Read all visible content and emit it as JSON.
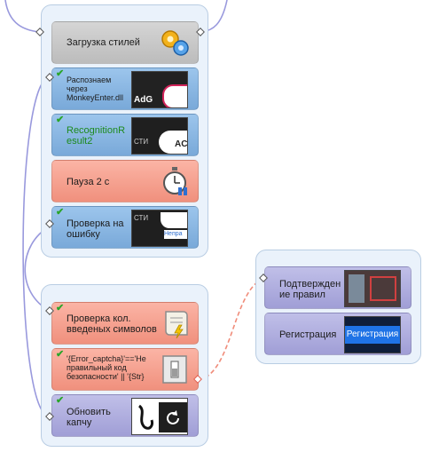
{
  "diagram": {
    "group1": {
      "blocks": [
        {
          "label": "Загрузка стилей",
          "icon": "gears-icon"
        },
        {
          "label": "Распознаем\nчерез\nMonkeyEnter.dll",
          "checked": true
        },
        {
          "label": "RecognitionR\nesult2",
          "checked": true
        },
        {
          "label": "Пауза 2 с",
          "icon": "stopwatch-icon"
        },
        {
          "label": "Проверка на\nошибку",
          "checked": true
        }
      ]
    },
    "group2": {
      "blocks": [
        {
          "label": "Проверка кол.\nвведеных символов",
          "checked": true,
          "icon": "script-icon"
        },
        {
          "label": "'{Error_captcha}'=='Не\nправильный код\nбезопасности' || '{Str}",
          "checked": true,
          "icon": "switch-icon"
        },
        {
          "label": "Обновить\nкапчу",
          "checked": true
        }
      ]
    },
    "group3": {
      "blocks": [
        {
          "label": "Подтвержден\nие правил"
        },
        {
          "label": "Регистрация"
        }
      ]
    },
    "thumbnails": {
      "t1_text": "AdG",
      "t2_text": "СТИ",
      "t2_text2": "AC",
      "t3_text": "Непра",
      "t3_text2": "СТИ",
      "t5_text": "Регистрация"
    },
    "colors": {
      "panel": "#eaf2fb",
      "wire": "#9999dd",
      "dashed_wire": "#f08c7a"
    }
  }
}
